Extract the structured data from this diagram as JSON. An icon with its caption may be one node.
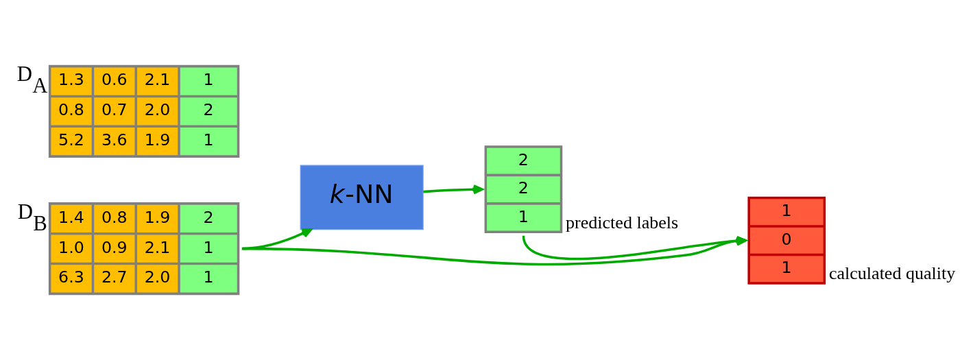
{
  "diagram": {
    "nodes": [
      {
        "text": [
          "D$_{A}$",
          "1.3",
          "0.6",
          "2.1",
          "1",
          "0.8",
          "0.7",
          "2.0",
          "2",
          "5.2",
          "3.6",
          "1.9",
          "1"
        ]
      },
      {
        "text": [
          "D$_{B}$",
          "1.4",
          "0.8",
          "1.9",
          "2",
          "1.0",
          "0.9",
          "2.1",
          "1",
          "6.3",
          "2.7",
          "2.0",
          "1"
        ]
      },
      {
        "text": [
          "*k*-NN"
        ]
      },
      {
        "text": [
          "2",
          "2",
          "1"
        ],
        "beside": [
          "predicted labels"
        ]
      },
      {
        "text": [
          "1",
          "0",
          "1"
        ],
        "beside": [
          "calculated quality"
        ]
      }
    ],
    "edges": [
      {
        "from": 1,
        "to": 2,
        "arrow": "to"
      },
      {
        "from": 1,
        "to": 4,
        "arrow": "to"
      },
      {
        "from": 2,
        "to": 3,
        "arrow": "to"
      },
      {
        "from": 3,
        "to": 4,
        "arrow": "to"
      }
    ]
  }
}
